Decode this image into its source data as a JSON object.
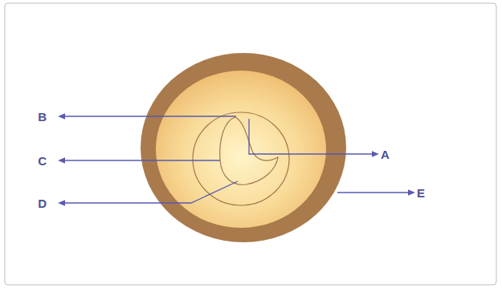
{
  "diagram": {
    "labels": [
      "B",
      "C",
      "A",
      "E",
      "D"
    ]
  }
}
